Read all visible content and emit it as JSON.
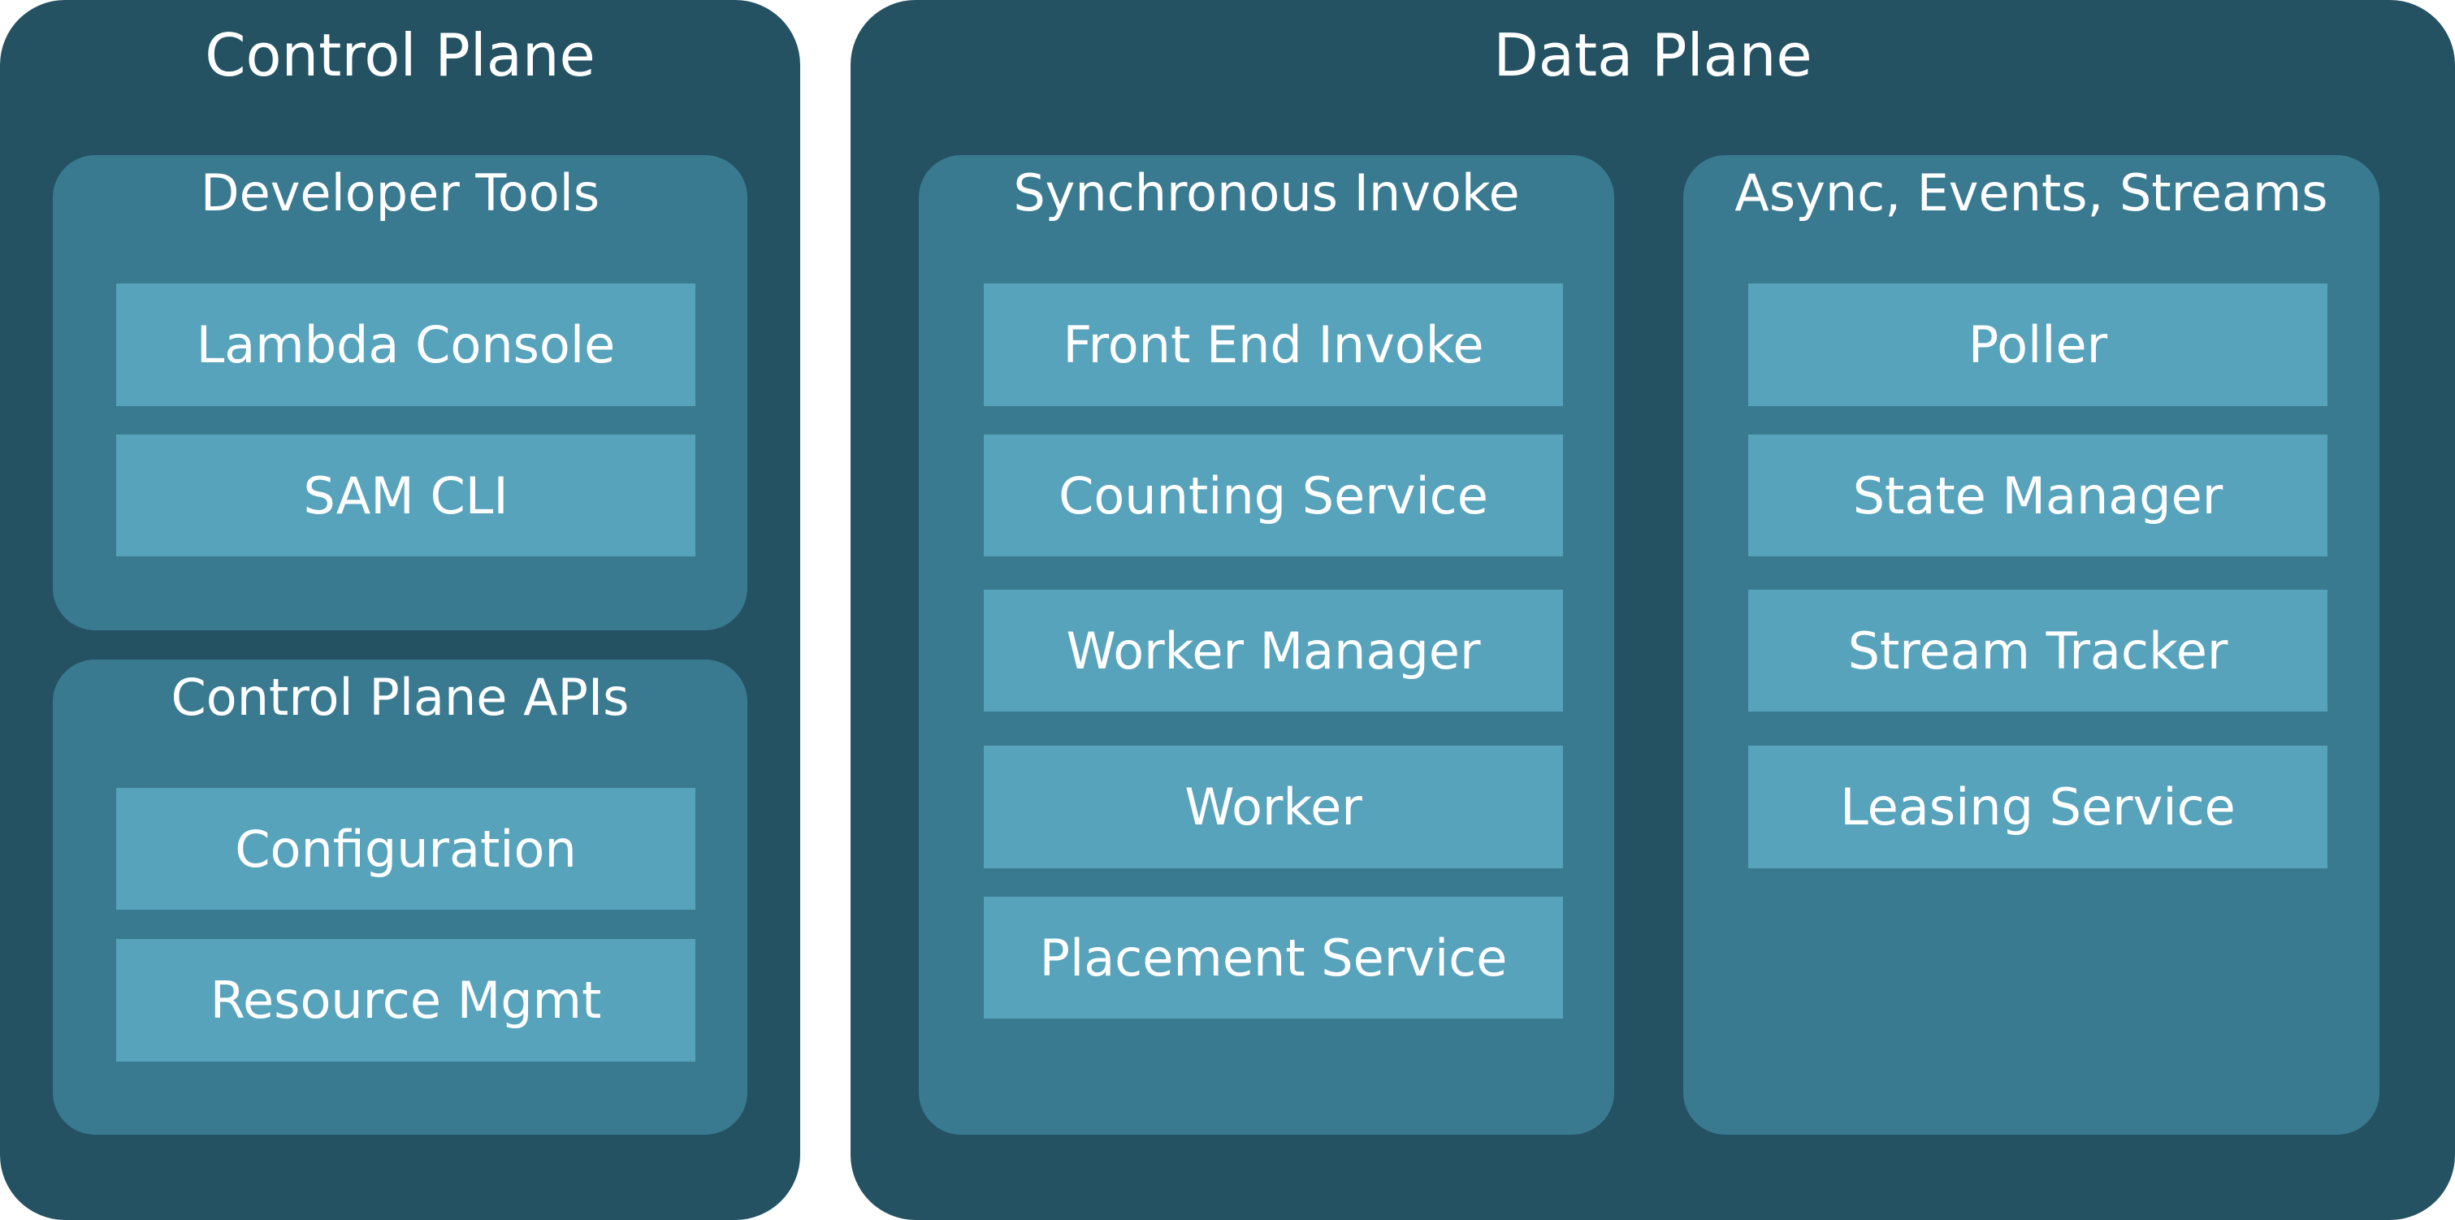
{
  "control_plane": {
    "title": "Control Plane",
    "developer_tools": {
      "title": "Developer Tools",
      "items": [
        "Lambda Console",
        "SAM CLI"
      ]
    },
    "control_plane_apis": {
      "title": "Control Plane APIs",
      "items": [
        "Configuration",
        "Resource Mgmt"
      ]
    }
  },
  "data_plane": {
    "title": "Data Plane",
    "synchronous_invoke": {
      "title": "Synchronous Invoke",
      "items": [
        "Front End Invoke",
        "Counting Service",
        "Worker Manager",
        "Worker",
        "Placement Service"
      ]
    },
    "async_events_streams": {
      "title": "Async, Events, Streams",
      "items": [
        "Poller",
        "State Manager",
        "Stream Tracker",
        "Leasing Service"
      ]
    }
  },
  "colors": {
    "plane_background": "#245262",
    "group_background": "#3a7a90",
    "box_background": "#57a3bb",
    "text": "#ffffff"
  }
}
